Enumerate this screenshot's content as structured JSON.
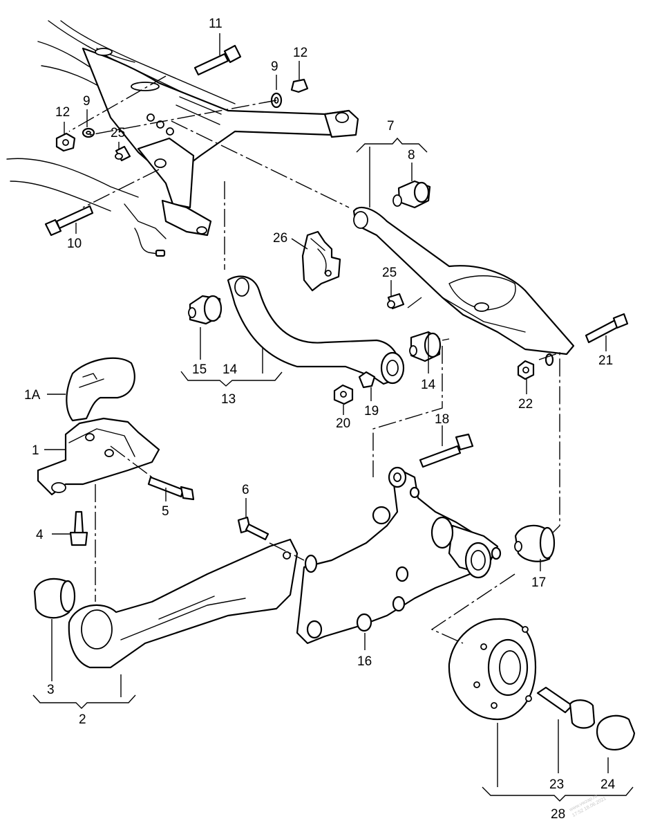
{
  "callouts": {
    "c1A": "1A",
    "c1": "1",
    "c2": "2",
    "c3": "3",
    "c4": "4",
    "c5": "5",
    "c6": "6",
    "c7": "7",
    "c8": "8",
    "c9a": "9",
    "c9b": "9",
    "c10": "10",
    "c11": "11",
    "c12a": "12",
    "c12b": "12",
    "c13": "13",
    "c14a": "14",
    "c14b": "14",
    "c15": "15",
    "c16": "16",
    "c17": "17",
    "c18": "18",
    "c19": "19",
    "c20": "20",
    "c21": "21",
    "c22": "22",
    "c23": "23",
    "c24": "24",
    "c25a": "25",
    "c25b": "25",
    "c26": "26",
    "c28": "28"
  },
  "watermark": {
    "line1": "www.vwzap.ru",
    "line2": "17:52 18.06.2021"
  }
}
